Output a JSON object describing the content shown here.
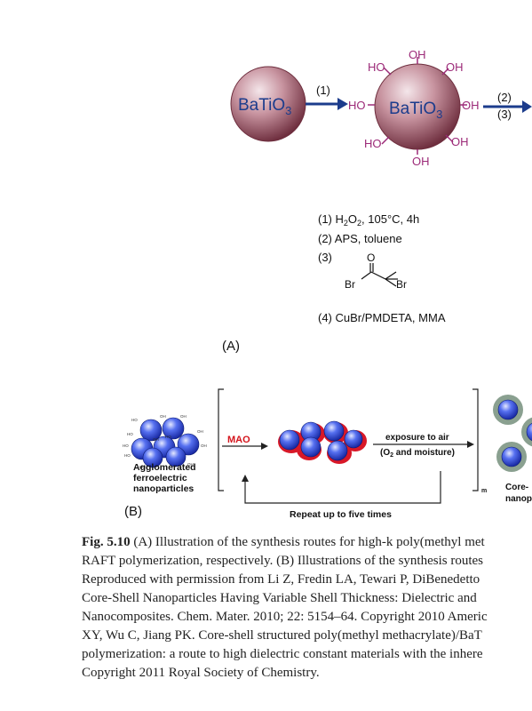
{
  "panel_a": {
    "label": "(A)",
    "particle_left": "BaTiO",
    "particle_left_sub": "3",
    "particle_right": "BaTiO",
    "particle_right_sub": "3",
    "step1_arrow_label": "(1)",
    "step23_arrow_label_top": "(2)",
    "step23_arrow_label_bottom": "(3)",
    "oh_groups": [
      "HO",
      "OH",
      "OH",
      "HO",
      "OH",
      "HO",
      "OH",
      "OH"
    ],
    "conditions": {
      "step1_prefix": "(1) H",
      "step1_sub": "2",
      "step1_o": "O",
      "step1_sub2": "2",
      "step1_suffix": ", 105°C, 4h",
      "step2": "(2) APS, toluene",
      "step3": "(3)",
      "structure_o": "O",
      "structure_br_left": "Br",
      "structure_br_right": "Br",
      "step4": "(4) CuBr/PMDETA, MMA"
    },
    "colors": {
      "particle": "#a86874",
      "oh_text": "#9c2a78",
      "arrow": "#1c3c8c"
    }
  },
  "panel_b": {
    "label": "(B)",
    "agglomerate_caption": [
      "Agglomerated",
      "ferroelectric",
      "nanoparticles"
    ],
    "small_oh_labels": [
      "HO",
      "OH",
      "OH",
      "HO",
      "OH",
      "HO",
      "OH",
      "HO",
      "HO",
      "OH",
      "HO",
      "OH"
    ],
    "mao_label": "MAO",
    "exposure_label": "exposure to air",
    "exposure_sub_prefix": "(O",
    "exposure_sub_sub": "2",
    "exposure_sub_suffix": " and moisture)",
    "bracket_subscript": "m",
    "repeat_label": "Repeat up to five times",
    "product_caption": [
      "Core-",
      "nanop"
    ],
    "colors": {
      "particle_blue": "#2a3ccc",
      "coating_red": "#d81828",
      "shell_gray": "#8aa090",
      "mao_red": "#d4141c"
    }
  },
  "caption": {
    "label": "Fig. 5.10",
    "lines": [
      "  (A) Illustration of the synthesis routes for high-k poly(methyl met",
      "RAFT polymerization, respectively. (B) Illustrations of the synthesis routes",
      "Reproduced with permission from Li Z, Fredin LA, Tewari P, DiBenedetto",
      "Core-Shell Nanoparticles Having Variable Shell Thickness: Dielectric and",
      "Nanocomposites. Chem. Mater. 2010; 22: 5154–64. Copyright 2010 Americ",
      "XY, Wu C, Jiang PK. Core-shell structured poly(methyl methacrylate)/BaT",
      "polymerization: a route to high dielectric constant materials with the inhere",
      "Copyright 2011 Royal Society of Chemistry."
    ]
  }
}
